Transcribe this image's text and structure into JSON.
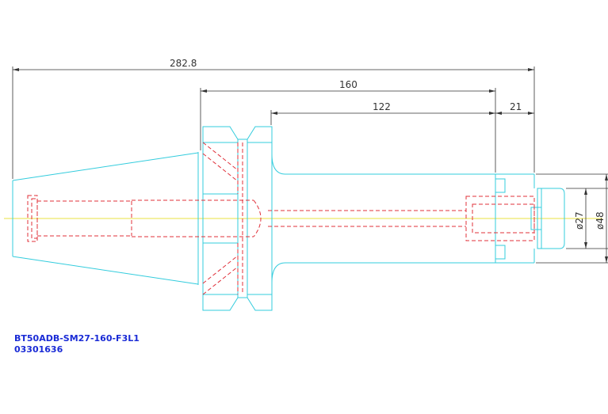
{
  "dimensions": {
    "overall_length": "282.8",
    "gauge_length": "160",
    "body_length": "122",
    "nut_length": "21",
    "bore_diameter": "ø27",
    "nut_diameter": "ø48"
  },
  "part": {
    "name": "BT50ADB-SM27-160-F3L1",
    "code": "03301636"
  },
  "colors": {
    "outline": "#33ccdd",
    "hidden": "#e0303a",
    "centerline": "#e8e040",
    "dimension": "#333333",
    "caption": "#1a2bd6"
  }
}
